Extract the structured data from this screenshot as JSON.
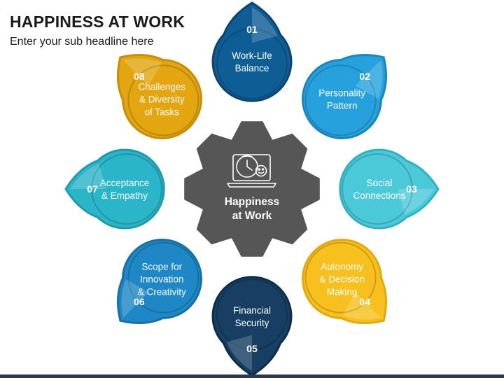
{
  "header": {
    "title": "HAPPINESS AT WORK",
    "subtitle": "Enter your sub headline here"
  },
  "center": {
    "label_line1": "Happiness",
    "label_line2": "at Work",
    "icon": "laptop-clock-smiley-icon",
    "gear_color": "#565656"
  },
  "petals": [
    {
      "number": "01",
      "lines": [
        "Work-Life",
        "Balance"
      ],
      "color": "#0e5d95",
      "dark": "#0a4570"
    },
    {
      "number": "02",
      "lines": [
        "Personality",
        "Pattern"
      ],
      "color": "#27a1de",
      "dark": "#1a86bd"
    },
    {
      "number": "03",
      "lines": [
        "Social",
        "Connections"
      ],
      "color": "#4cc9d8",
      "dark": "#2eb2c2"
    },
    {
      "number": "04",
      "lines": [
        "Autonomy",
        "& Decision",
        "Making"
      ],
      "color": "#f7c01e",
      "dark": "#e3a90f"
    },
    {
      "number": "05",
      "lines": [
        "Financial",
        "Security"
      ],
      "color": "#173f63",
      "dark": "#0f2d49"
    },
    {
      "number": "06",
      "lines": [
        "Scope for",
        "Innovation",
        "& Creativity"
      ],
      "color": "#1f87c6",
      "dark": "#1670a6"
    },
    {
      "number": "07",
      "lines": [
        "Acceptance",
        "& Empathy"
      ],
      "color": "#2bb5c8",
      "dark": "#1f9aac"
    },
    {
      "number": "08",
      "lines": [
        "Challenges",
        "& Diversity",
        "of Tasks"
      ],
      "color": "#e3a510",
      "dark": "#c88e08"
    }
  ]
}
